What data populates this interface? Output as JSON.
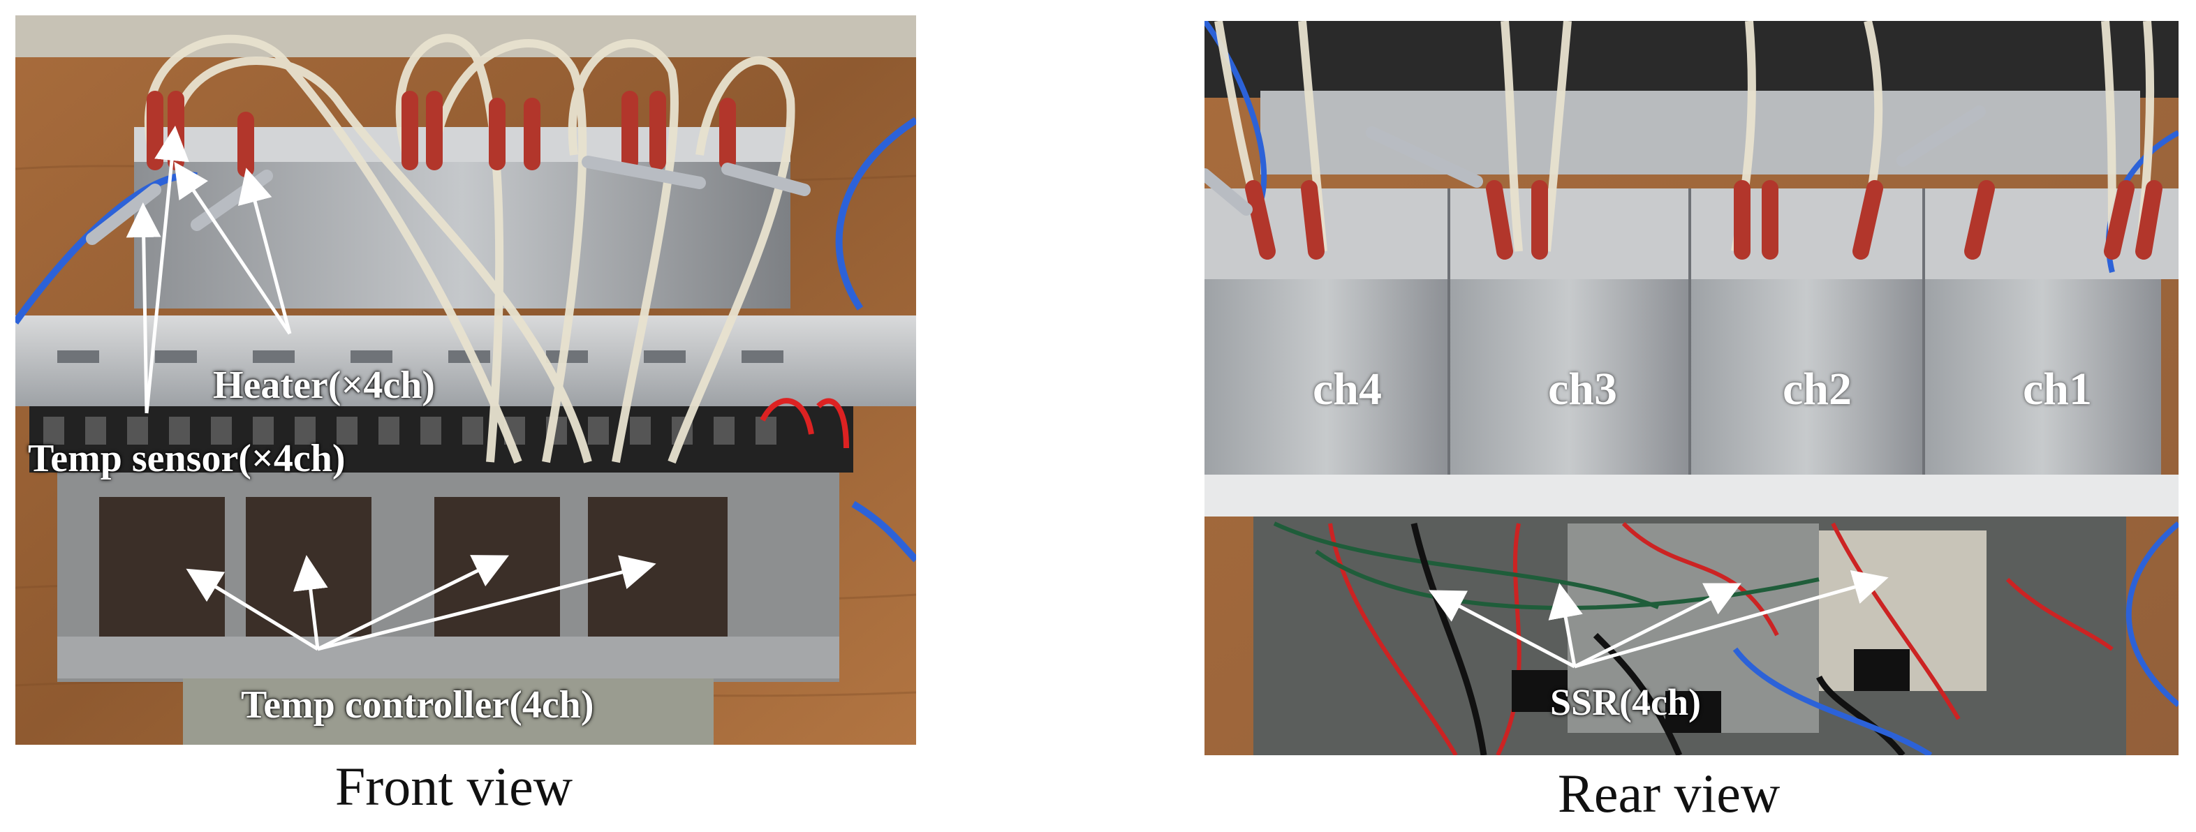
{
  "figure": {
    "front": {
      "caption": "Front view",
      "labels": {
        "heater": "Heater(×4ch)",
        "temp_sensor": "Temp sensor(×4ch)",
        "temp_controller": "Temp controller(4ch)"
      }
    },
    "rear": {
      "caption": "Rear view",
      "channels": [
        "ch4",
        "ch3",
        "ch2",
        "ch1"
      ],
      "labels": {
        "ssr": "SSR(4ch)"
      }
    }
  }
}
